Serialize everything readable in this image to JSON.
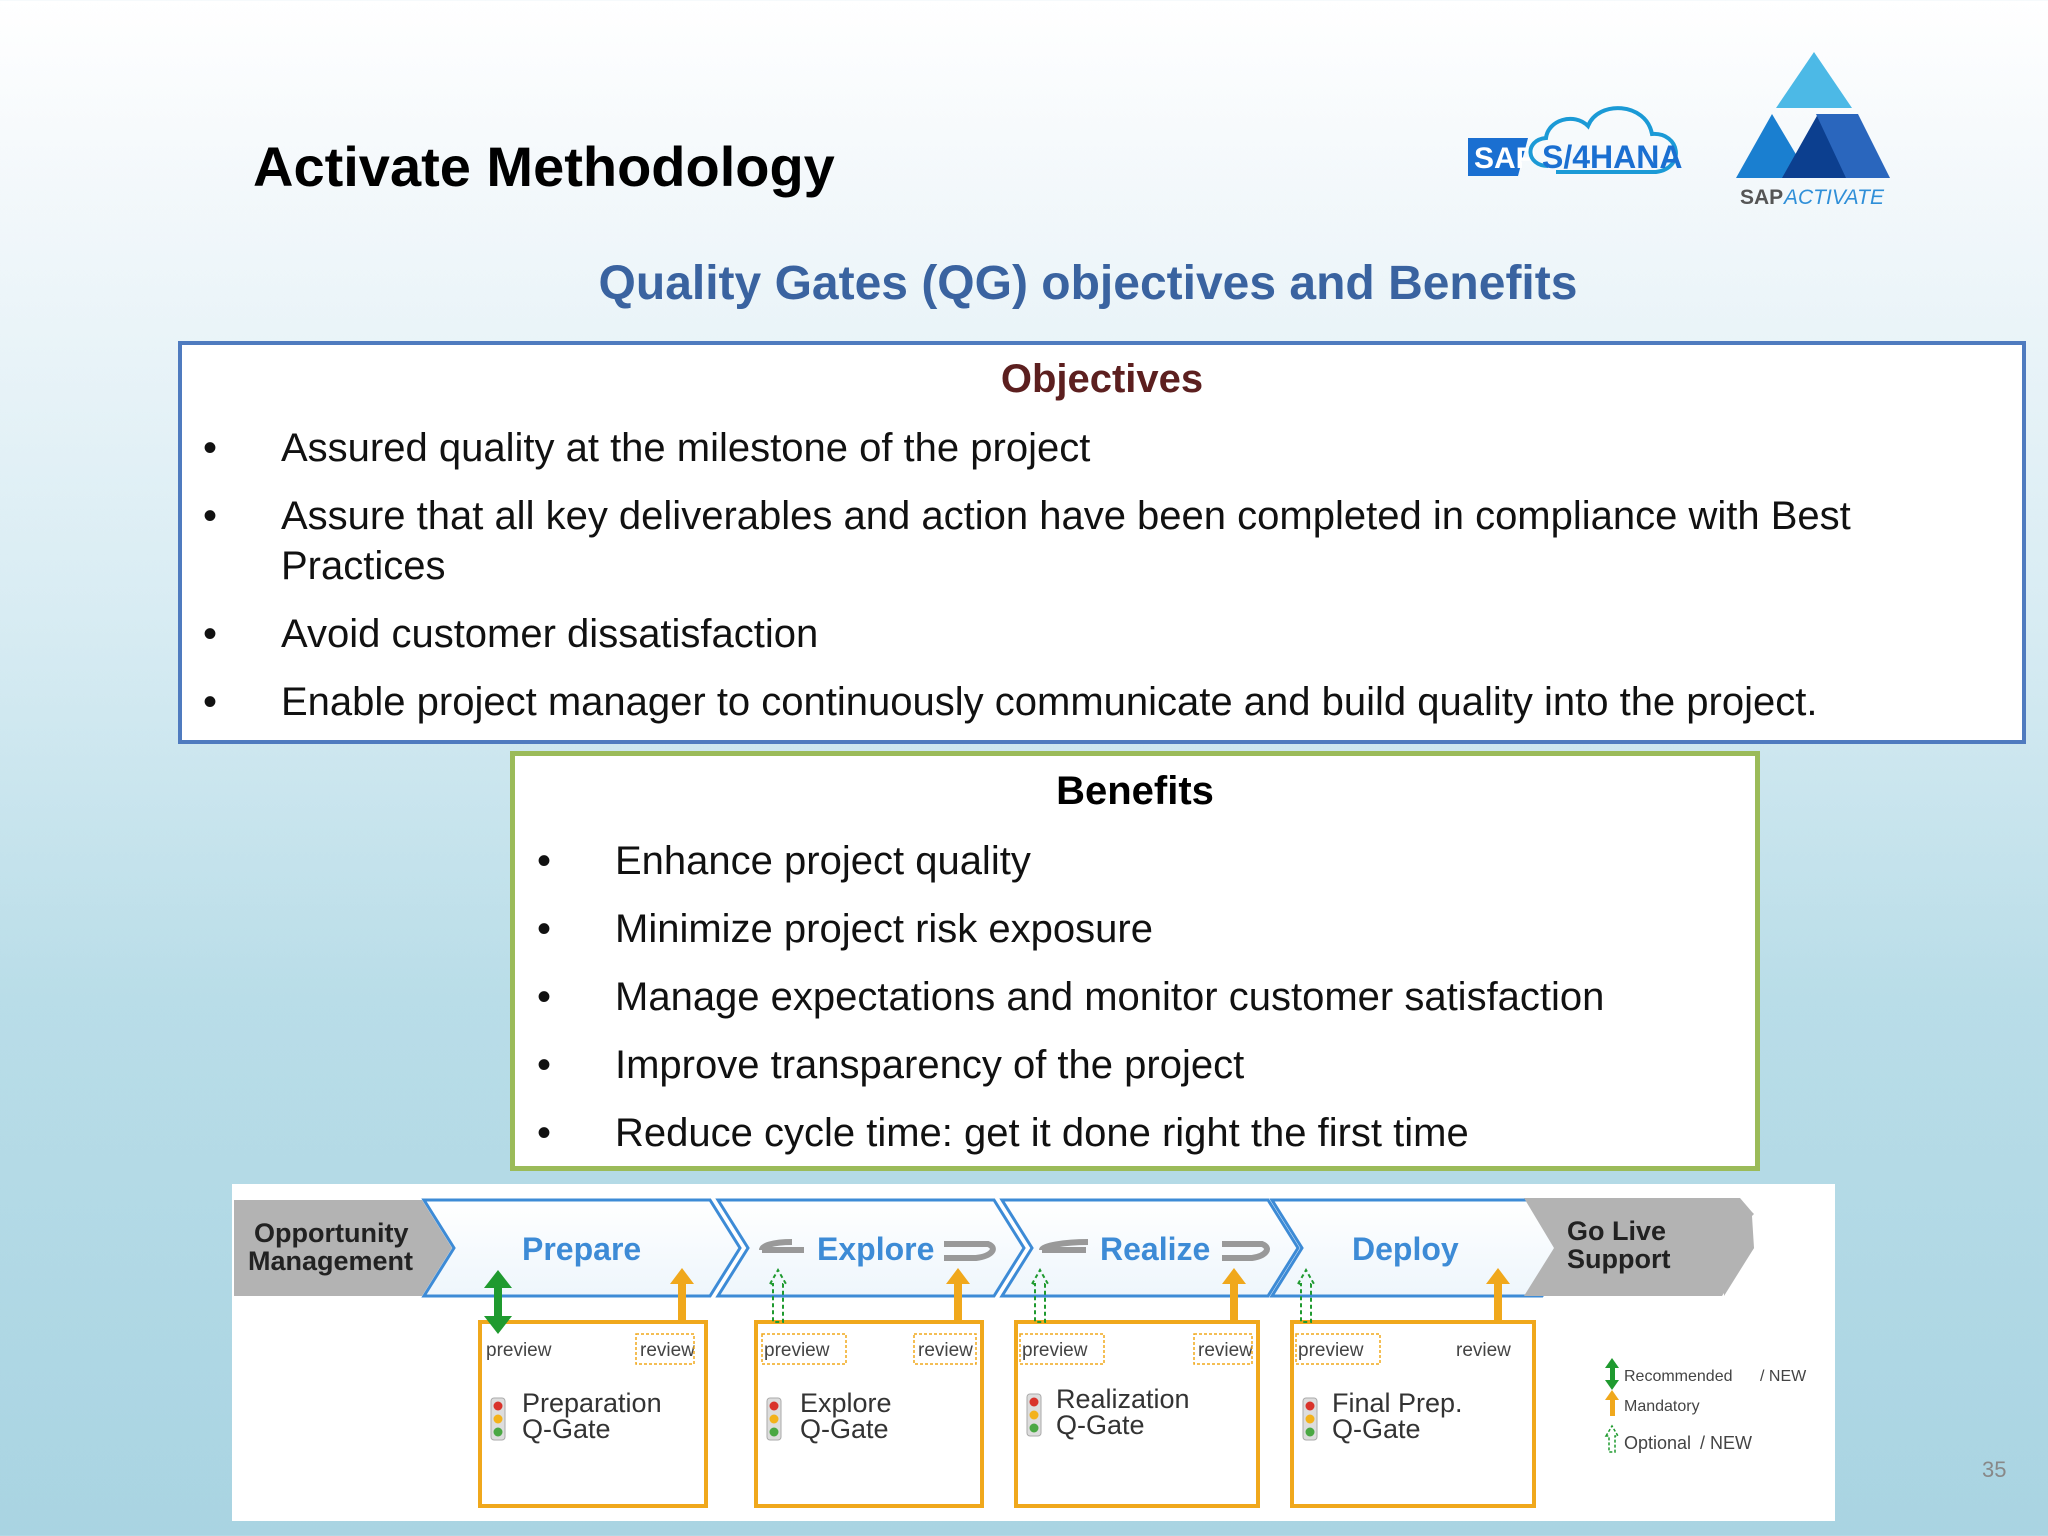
{
  "title": "Activate Methodology",
  "subtitle": "Quality Gates (QG) objectives and Benefits",
  "logo": {
    "sap": "SAP",
    "product": "S/4HANA",
    "activate_brand": "SAP",
    "activate_word": "ACTIVATE"
  },
  "objectives": {
    "heading": "Objectives",
    "items": [
      "Assured quality at the milestone of the project",
      "Assure that all key deliverables and action have been completed in compliance with Best Practices",
      "Avoid customer dissatisfaction",
      "Enable project manager to continuously communicate and build quality into the project."
    ]
  },
  "benefits": {
    "heading": "Benefits",
    "items": [
      "Enhance project quality",
      "Minimize project risk exposure",
      "Manage expectations and monitor customer satisfaction",
      "Improve transparency of the project",
      "Reduce cycle time: get it done right the first time"
    ]
  },
  "phases": {
    "opportunity": [
      "Opportunity",
      "Management"
    ],
    "prepare": "Prepare",
    "explore": "Explore",
    "realize": "Realize",
    "deploy": "Deploy",
    "golive": [
      "Go Live",
      "Support"
    ],
    "preview": "preview",
    "review": "review",
    "gates": [
      {
        "l1": "Preparation",
        "l2": "Q-Gate"
      },
      {
        "l1": "Explore",
        "l2": "Q-Gate"
      },
      {
        "l1": "Realization",
        "l2": "Q-Gate"
      },
      {
        "l1": "Final Prep.",
        "l2": "Q-Gate"
      }
    ],
    "legend": {
      "recommended": "Recommended",
      "new1": "/ NEW",
      "mandatory": "Mandatory",
      "optional": "Optional",
      "new2": "/ NEW"
    }
  },
  "page_number": "35",
  "colors": {
    "blue_title": "#3a63a0",
    "objectives_border": "#4f7bbf",
    "benefits_border": "#9bbb59",
    "gate_border": "#f0a81c",
    "mandatory": "#f0a81c",
    "recommended": "#1f9a2f",
    "phase_text": "#3d8bd6"
  }
}
